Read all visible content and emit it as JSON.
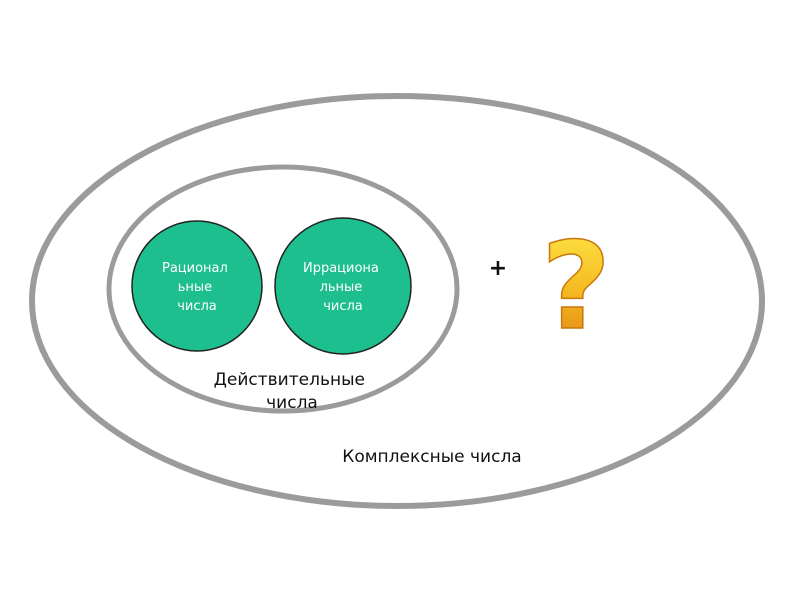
{
  "diagram": {
    "complex": {
      "label": "Комплексные числа"
    },
    "real": {
      "label_lines": [
        "Действительные",
        "числа"
      ]
    },
    "rational": {
      "label_lines": [
        "Рационал",
        "ьные",
        "числа"
      ]
    },
    "irrational": {
      "label_lines": [
        "Иррациона",
        "льные",
        "числа"
      ]
    },
    "plus": "+",
    "question": "?"
  },
  "colors": {
    "ellipse_stroke": "#9b9b9b",
    "circle_fill": "#1dbf8e",
    "circle_stroke": "#222222",
    "question_top": "#ffe94a",
    "question_bottom": "#e07a12"
  }
}
